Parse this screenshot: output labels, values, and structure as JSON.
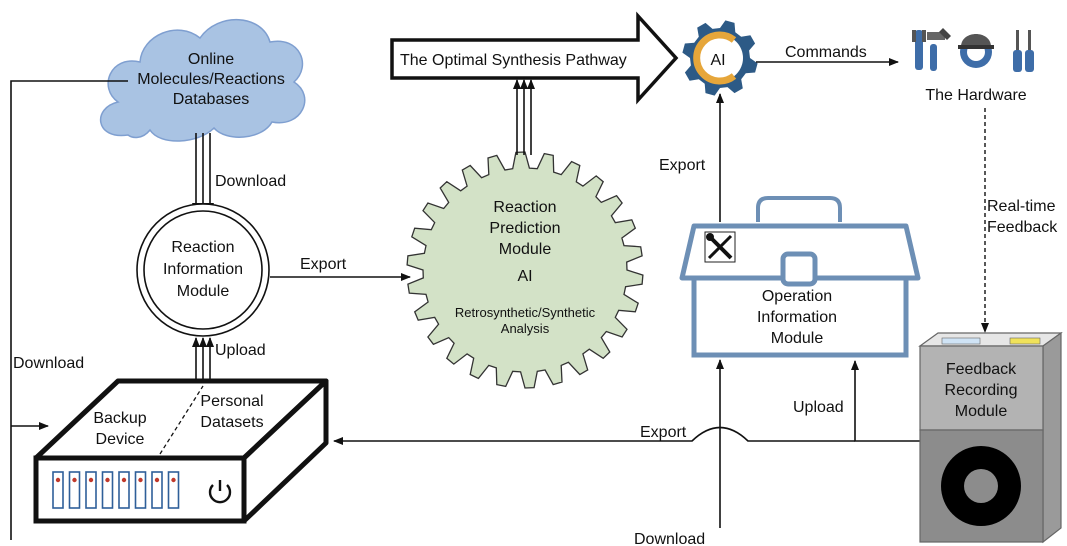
{
  "nodes": {
    "databases": {
      "lines": [
        "Online",
        "Molecules/Reactions",
        "Databases"
      ]
    },
    "reaction_info": {
      "lines": [
        "Reaction",
        "Information",
        "Module"
      ]
    },
    "reaction_prediction": {
      "lines": [
        "Reaction",
        "Prediction",
        "Module"
      ],
      "ai": "AI",
      "analysis": [
        "Retrosynthetic/Synthetic",
        "Analysis"
      ]
    },
    "pathway": {
      "label": "The Optimal Synthesis Pathway"
    },
    "ai_gear": {
      "label": "AI"
    },
    "hardware": {
      "label": "The Hardware"
    },
    "operation_info": {
      "lines": [
        "Operation",
        "Information",
        "Module"
      ]
    },
    "feedback": {
      "lines": [
        "Feedback",
        "Recording",
        "Module"
      ]
    },
    "backup": {
      "backup": [
        "Backup",
        "Device"
      ],
      "personal": [
        "Personal",
        "Datasets"
      ]
    }
  },
  "edges": {
    "download_db": "Download",
    "upload_personal": "Upload",
    "export_to_prediction": "Export",
    "commands": "Commands",
    "export_to_ai": "Export",
    "realtime": [
      "Real-time",
      "Feedback"
    ],
    "upload_feedback": "Upload",
    "export_feedback": "Export",
    "download_left": "Download",
    "download_bottom": "Download"
  },
  "colors": {
    "cloud": "#a9c3e3",
    "cloud_stroke": "#7f9fd0",
    "gear": "#d3e2c7",
    "toolbox": "#6d8fb5",
    "feedback_top": "#b3b3b3",
    "feedback_bottom": "#8c8c8c",
    "ai_gear": "#2d5a86",
    "ai_ring": "#e6a63a"
  }
}
